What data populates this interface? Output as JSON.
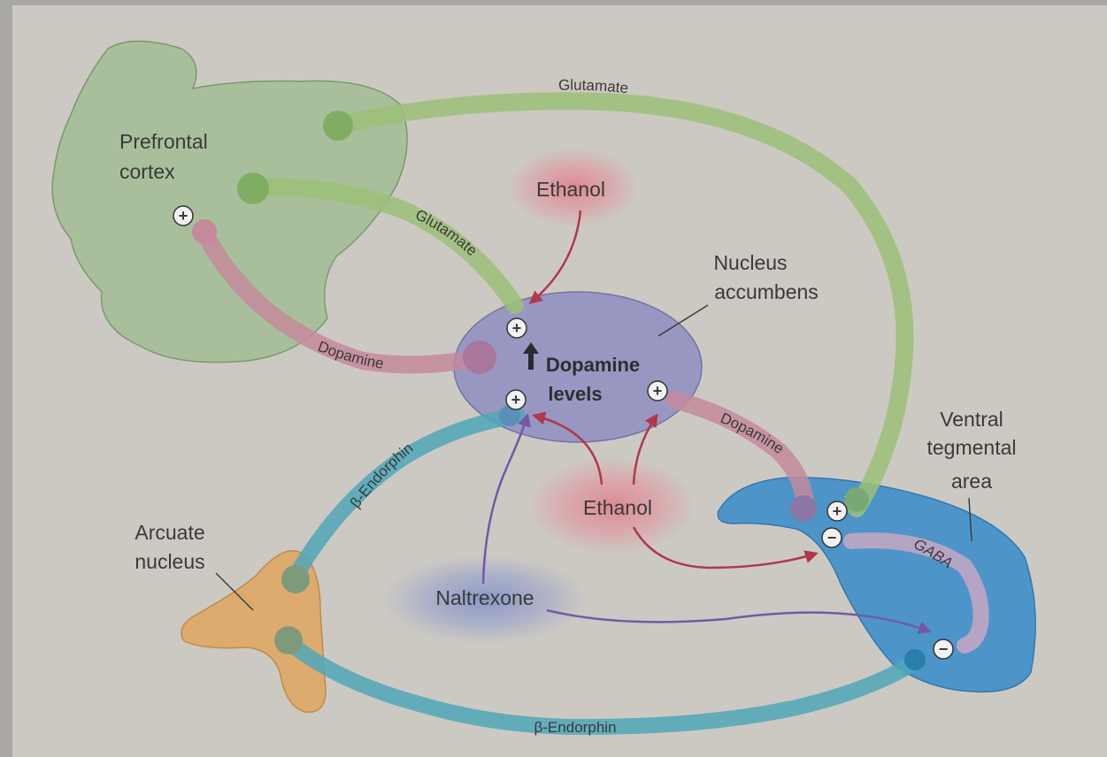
{
  "regions": {
    "prefrontal_cortex": [
      "Prefrontal",
      "cortex"
    ],
    "nucleus_accumbens": [
      "Nucleus",
      "accumbens"
    ],
    "ventral_tegmental_area": [
      "Ventral",
      "tegmental",
      "area"
    ],
    "arcuate_nucleus": [
      "Arcuate",
      "nucleus"
    ]
  },
  "center_label": [
    "Dopamine",
    "levels"
  ],
  "drugs": {
    "ethanol_top": "Ethanol",
    "ethanol_bottom": "Ethanol",
    "naltrexone": "Naltrexone"
  },
  "pathways": {
    "glutamate_outer": "Glutamate",
    "glutamate_inner": "Glutamate",
    "dopamine_pfc": "Dopamine",
    "dopamine_vta": "Dopamine",
    "gaba": "GABA",
    "beta_endorphin_upper": "β-Endorphin",
    "beta_endorphin_lower": "β-Endorphin"
  },
  "signs": {
    "plus": "+",
    "minus": "−"
  },
  "colors": {
    "glutamate": "#9bbf78",
    "dopamine": "#c48a9c",
    "beta_endorphin": "#4fa7b8",
    "gaba": "#c9a7c4",
    "ethanol_arrow": "#b0384a",
    "naltrexone_arrow": "#7458a6",
    "prefrontal_fill": "#9dbb8d",
    "accumbens_fill": "#8f8fc0",
    "vta_fill": "#3f8fc9",
    "arcuate_fill": "#dfa765"
  }
}
